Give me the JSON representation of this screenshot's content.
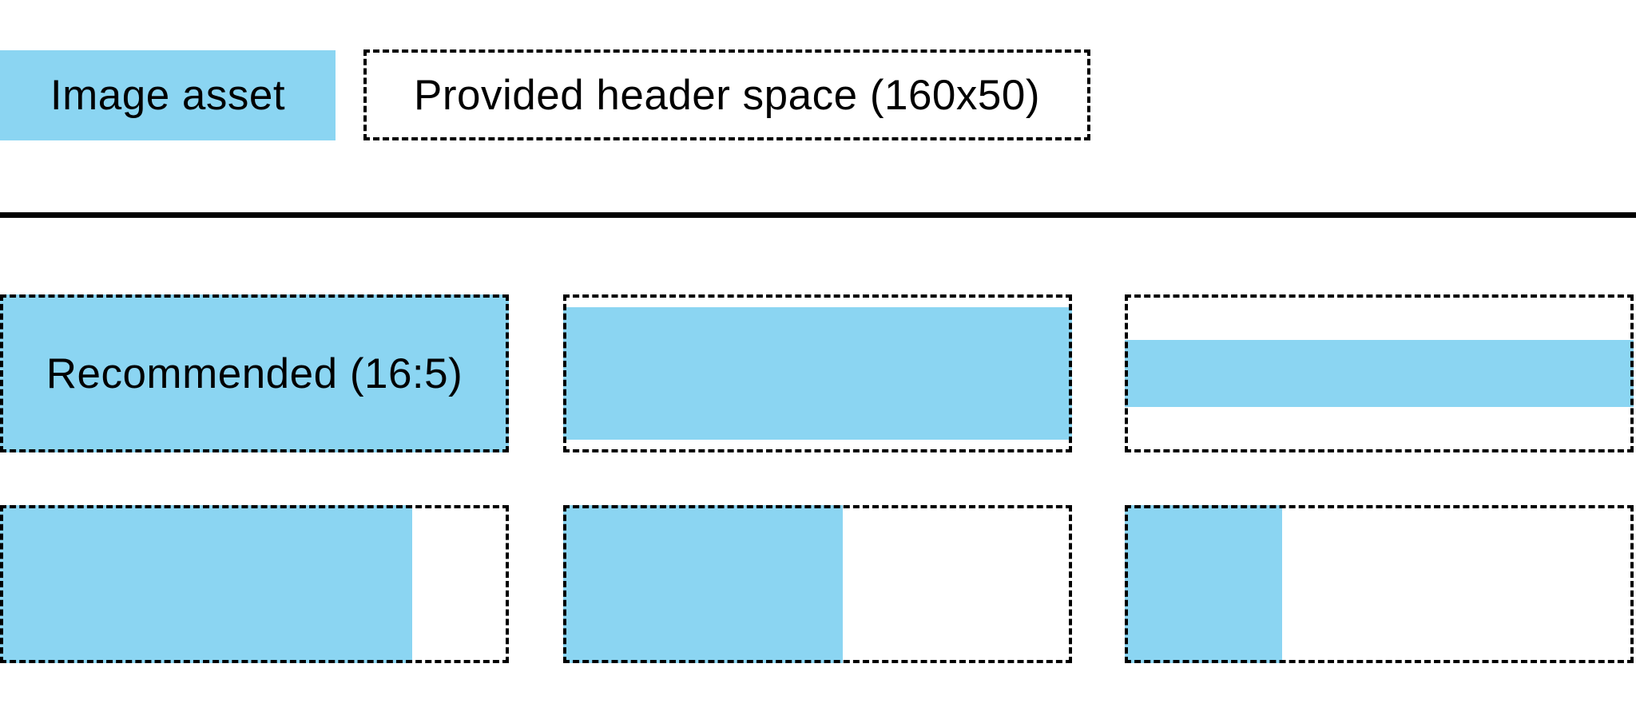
{
  "colors": {
    "asset_blue": "#8BD5F2",
    "outline_black": "#000000",
    "text_black": "#000000",
    "background_white": "#FFFFFF"
  },
  "legend": {
    "image_asset": {
      "label": "Image asset"
    },
    "header_space": {
      "label": "Provided header space (160x50)",
      "width": 160,
      "height": 50
    }
  },
  "recommended_ratio": "16:5",
  "examples": [
    {
      "label": "Recommended (16:5)",
      "asset_width_pct": 100,
      "asset_height_pct": 100,
      "h_align": "left",
      "v_align": "middle",
      "fit": "fills-entire-header-space"
    },
    {
      "label": "",
      "asset_width_pct": 100,
      "asset_height_pct": 84,
      "h_align": "left",
      "v_align": "middle",
      "fit": "full-width-letterboxed"
    },
    {
      "label": "",
      "asset_width_pct": 100,
      "asset_height_pct": 42,
      "h_align": "left",
      "v_align": "middle",
      "fit": "full-width-thin-band"
    },
    {
      "label": "",
      "asset_width_pct": 81,
      "asset_height_pct": 100,
      "h_align": "left",
      "v_align": "middle",
      "fit": "full-height-left-aligned"
    },
    {
      "label": "",
      "asset_width_pct": 55,
      "asset_height_pct": 100,
      "h_align": "left",
      "v_align": "middle",
      "fit": "full-height-left-aligned"
    },
    {
      "label": "",
      "asset_width_pct": 31,
      "asset_height_pct": 100,
      "h_align": "left",
      "v_align": "middle",
      "fit": "full-height-left-aligned"
    }
  ]
}
